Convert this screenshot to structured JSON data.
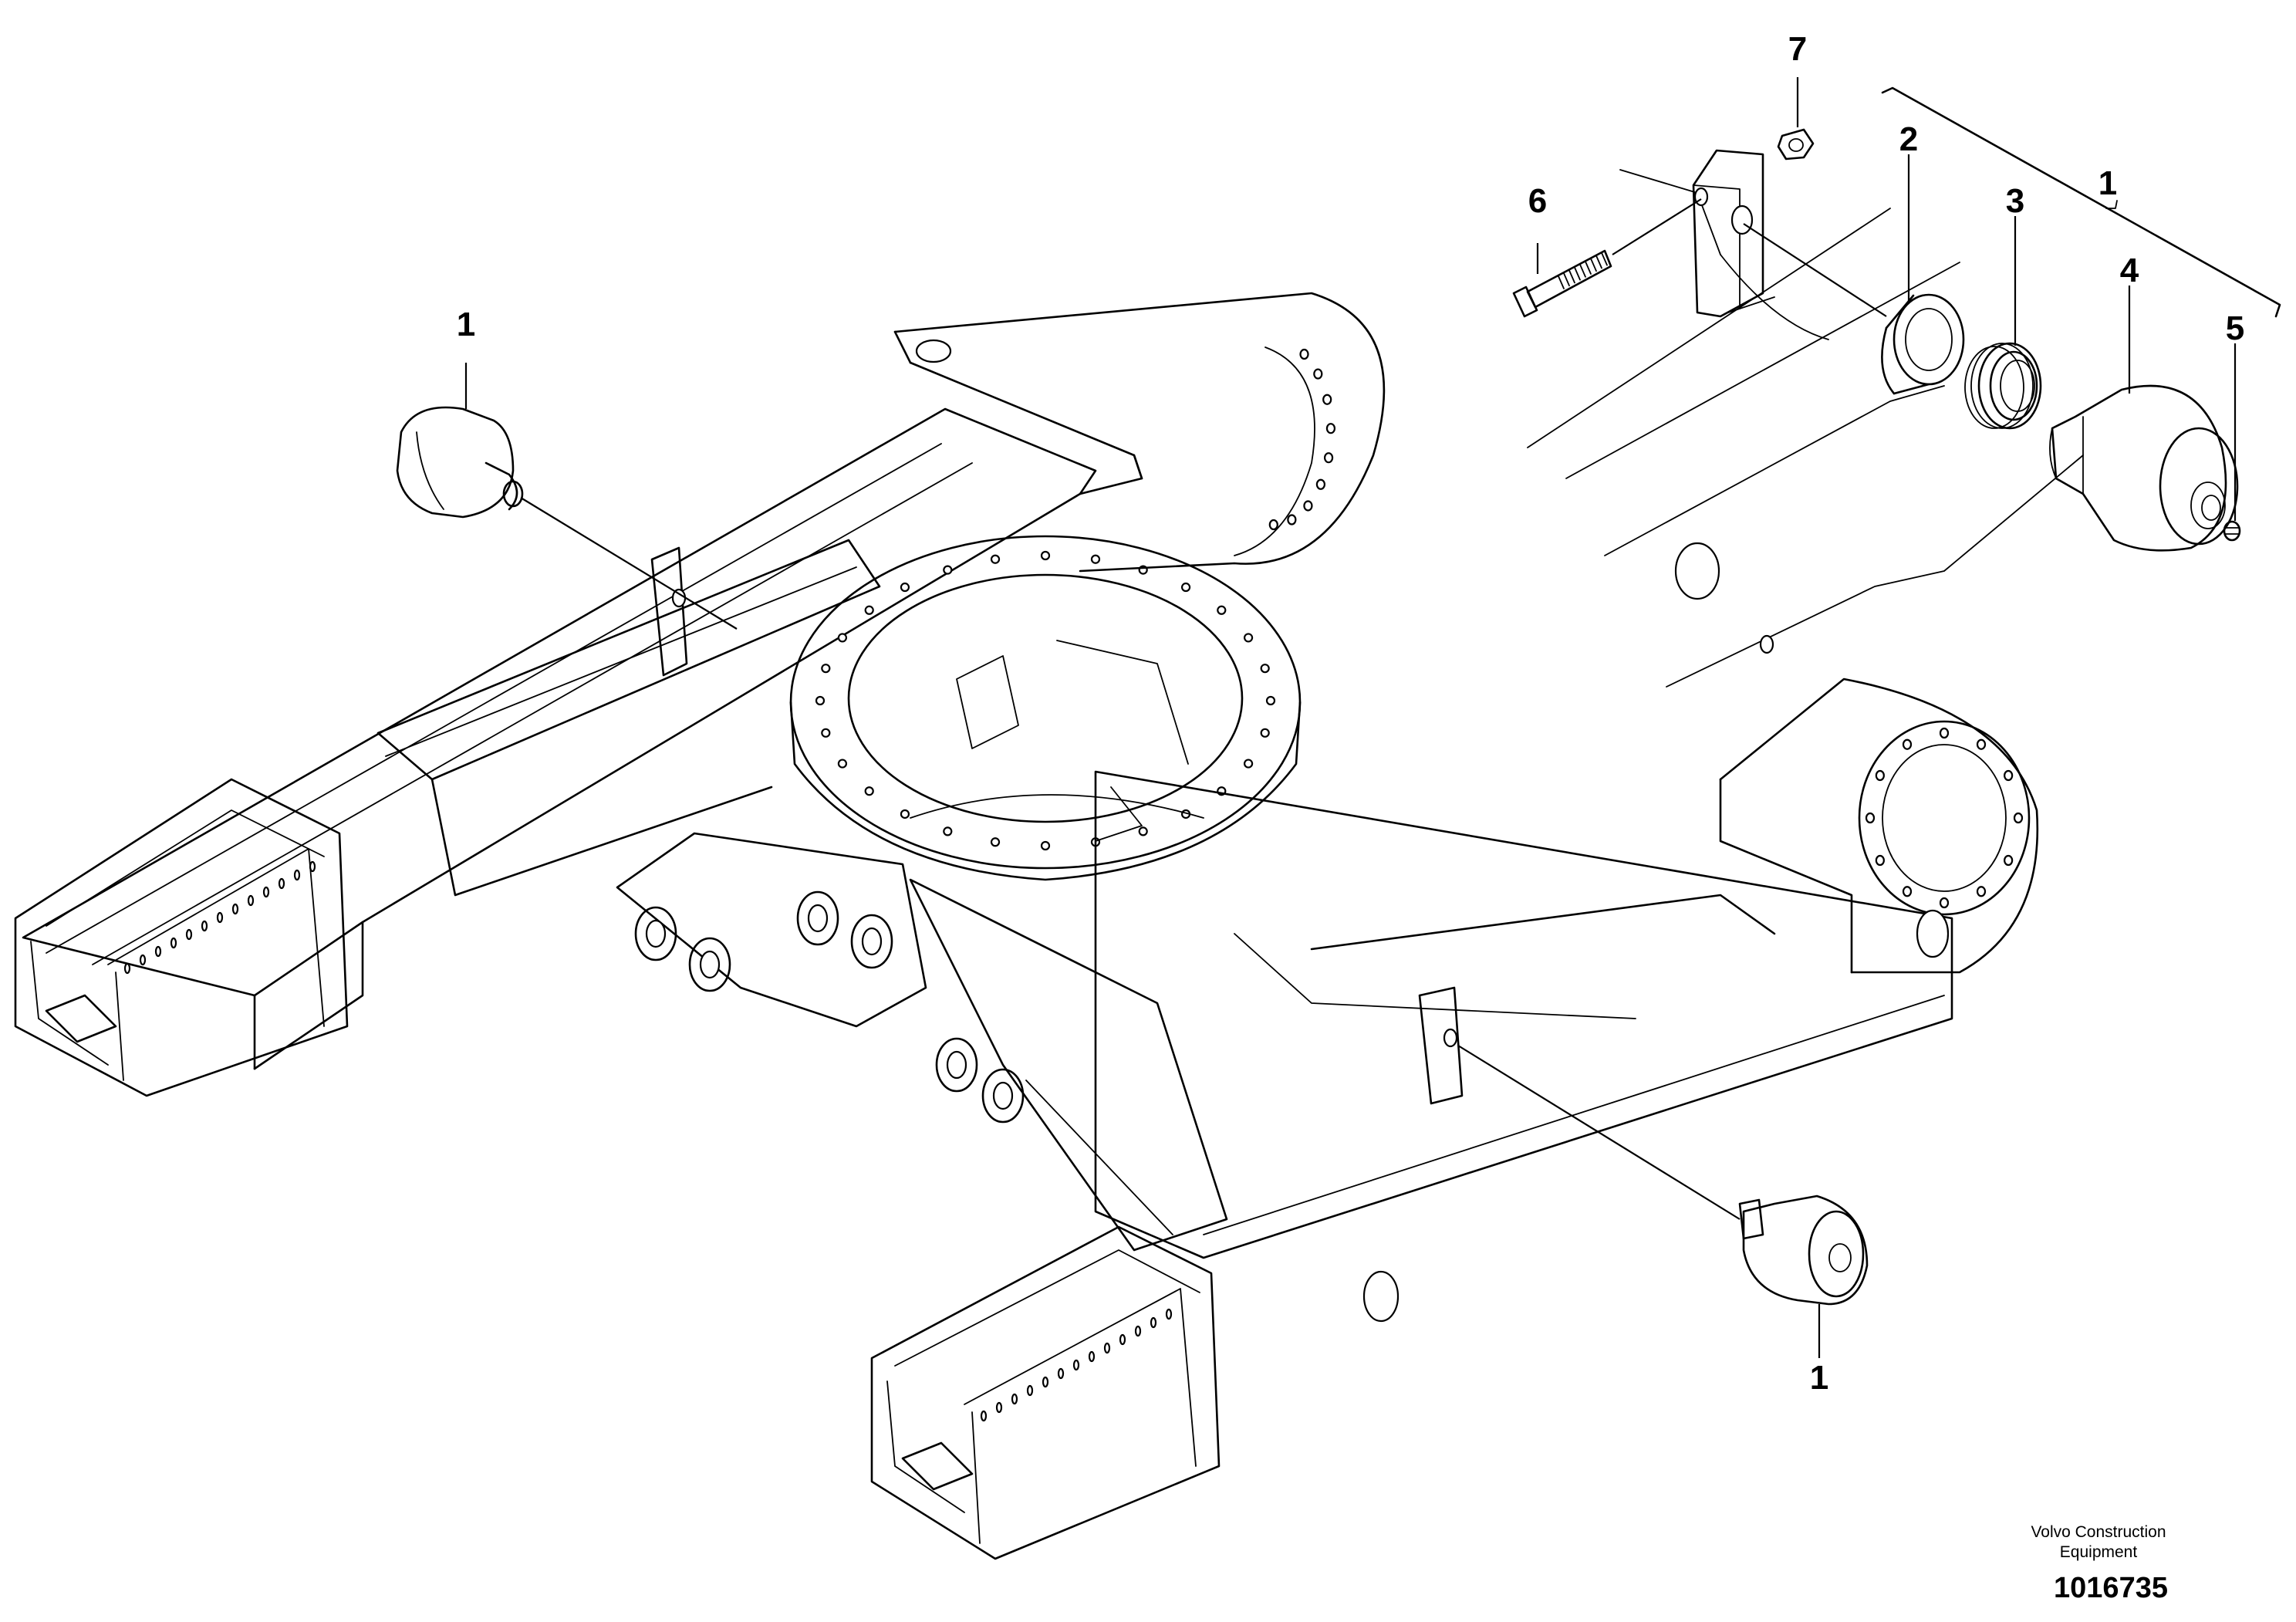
{
  "callouts": {
    "c1_left": "1",
    "c1_bottom": "1",
    "c1_kit": "1",
    "c2": "2",
    "c3": "3",
    "c4": "4",
    "c5": "5",
    "c6": "6",
    "c7": "7"
  },
  "footer": {
    "credit_line1": "Volvo Construction",
    "credit_line2": "Equipment",
    "doc_number": "1016735"
  }
}
